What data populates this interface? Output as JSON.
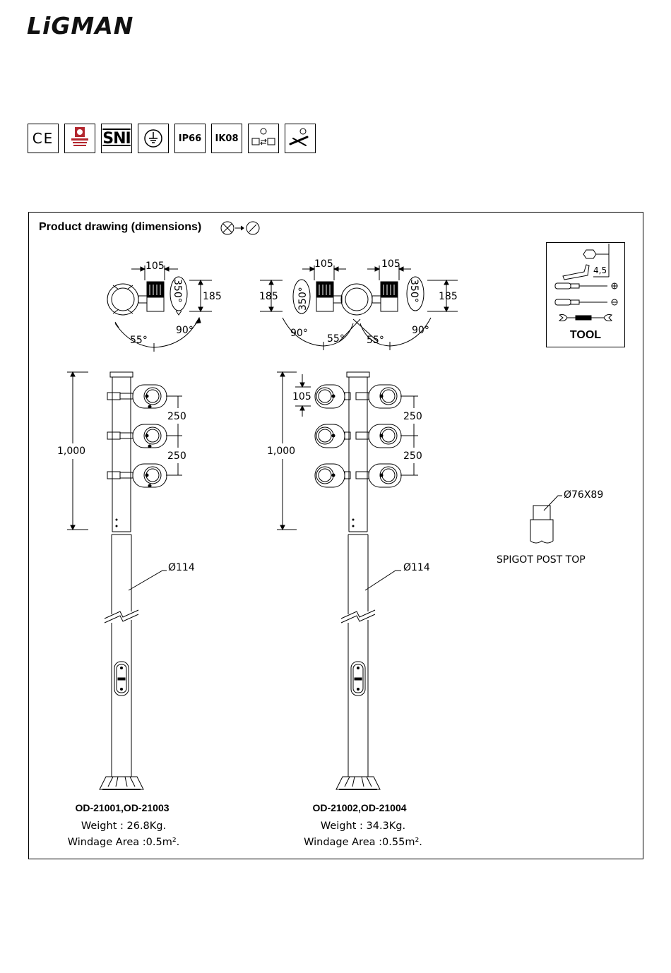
{
  "brand": {
    "logo_text": "LiGMAN"
  },
  "certifications": [
    {
      "id": "ce",
      "label": "CE"
    },
    {
      "id": "tisi",
      "label": ""
    },
    {
      "id": "sni",
      "label": "SNI"
    },
    {
      "id": "earth",
      "label": ""
    },
    {
      "id": "ip",
      "label": "IP66"
    },
    {
      "id": "ik",
      "label": "IK08"
    },
    {
      "id": "swap",
      "label": ""
    },
    {
      "id": "tool",
      "label": ""
    }
  ],
  "drawing": {
    "title": "Product drawing (dimensions)",
    "tool": {
      "label": "TOOL",
      "hex_size": "4,5"
    },
    "top_views": {
      "left": {
        "width": "105",
        "depth": "185",
        "tilt": "350°",
        "angle_a": "55°",
        "angle_b": "90°"
      },
      "right": {
        "width_a": "105",
        "width_b": "105",
        "depth_a": "185",
        "depth_b": "185",
        "tilt_a": "350°",
        "tilt_b": "350°",
        "angle_a": "90°",
        "angle_b": "55°",
        "angle_c": "55°",
        "angle_d": "90°"
      }
    },
    "side_views": {
      "left": {
        "height": "1,000",
        "spacing_1": "250",
        "spacing_2": "250",
        "diameter": "Ø114"
      },
      "right": {
        "height": "1,000",
        "offset": "105",
        "spacing_1": "250",
        "spacing_2": "250",
        "diameter": "Ø114"
      }
    },
    "spigot": {
      "dimension": "Ø76X89",
      "label": "SPIGOT POST TOP"
    },
    "models": [
      {
        "code": "OD-21001,OD-21003",
        "weight": "Weight : 26.8Kg.",
        "windage": "Windage Area :0.5m²."
      },
      {
        "code": "OD-21002,OD-21004",
        "weight": "Weight : 34.3Kg.",
        "windage": "Windage Area :0.55m²."
      }
    ]
  },
  "colors": {
    "ink": "#000000",
    "cert_red": "#b3262e",
    "paper": "#ffffff"
  }
}
